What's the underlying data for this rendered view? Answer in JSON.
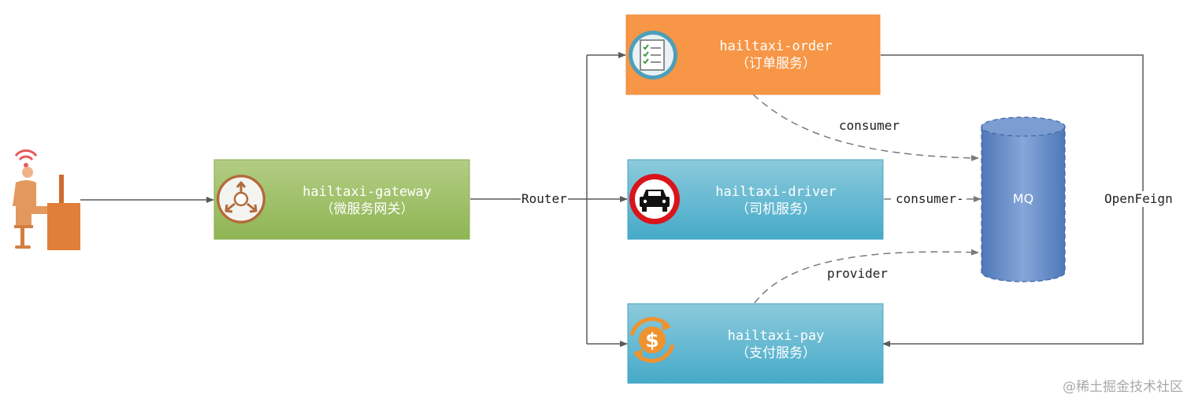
{
  "nodes": {
    "gateway": {
      "name": "hailtaxi-gateway",
      "desc": "（微服务网关）",
      "icon": "gateway-icon",
      "color": "#9bbb59"
    },
    "order": {
      "name": "hailtaxi-order",
      "desc": "（订单服务）",
      "icon": "document-checklist-icon",
      "color": "#f79646"
    },
    "driver": {
      "name": "hailtaxi-driver",
      "desc": "（司机服务）",
      "icon": "car-icon",
      "color": "#4bacc6"
    },
    "pay": {
      "name": "hailtaxi-pay",
      "desc": "（支付服务）",
      "icon": "dollar-refresh-icon",
      "color": "#4bacc6"
    },
    "mq": {
      "name": "MQ",
      "icon": "cylinder-icon",
      "color": "#4f81bd"
    },
    "user": {
      "icon": "user-at-computer-icon",
      "color": "#e18d4b"
    }
  },
  "edges": {
    "router": "Router",
    "order_consumer": "consumer",
    "driver_consumer": "consumer-",
    "pay_provider": "provider",
    "openfeign": "OpenFeign"
  },
  "watermark": "@稀土掘金技术社区"
}
